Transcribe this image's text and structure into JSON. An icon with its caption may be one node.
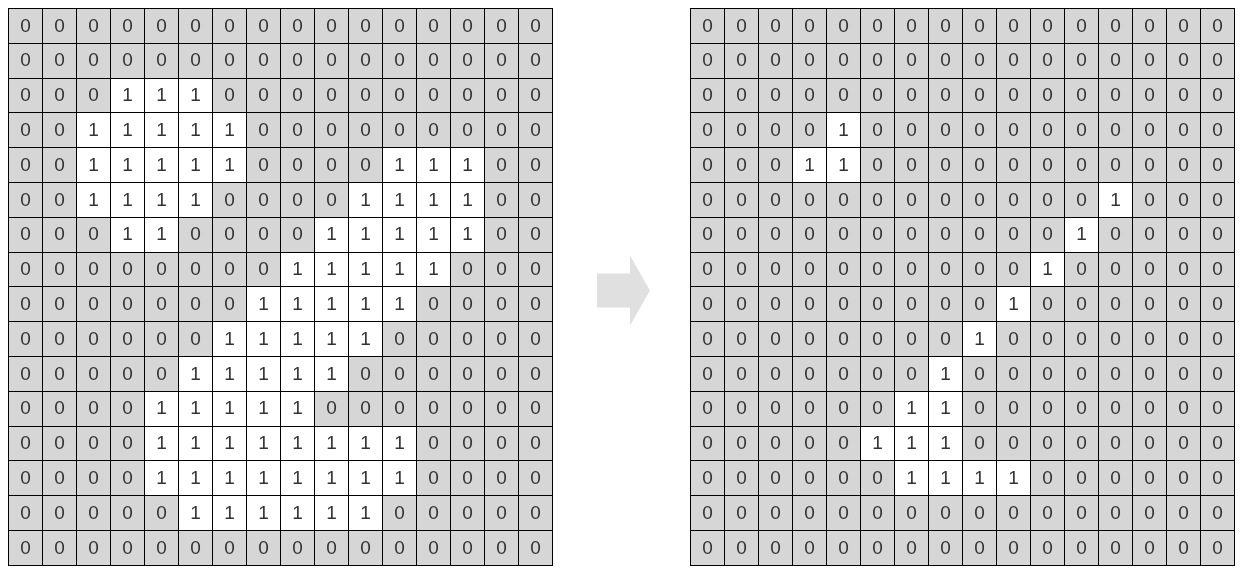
{
  "diagram": {
    "nodes": [
      {
        "text": [],
        "shape": "box"
      },
      {
        "text": [],
        "shape": "box"
      }
    ],
    "edges": [
      {
        "from": 0,
        "to": 1,
        "arrow": "to"
      }
    ],
    "labels": [
      "0",
      "0",
      "0",
      "0",
      "0",
      "0",
      "0",
      "0",
      "0",
      "0",
      "0",
      "0",
      "0",
      "0",
      "0",
      "0",
      "0",
      "0",
      "0",
      "0",
      "0",
      "0",
      "0",
      "0",
      "0",
      "0",
      "0",
      "0",
      "0",
      "0",
      "0",
      "0",
      "0",
      "0",
      "0",
      "1",
      "1",
      "1",
      "0",
      "0",
      "0",
      "0",
      "0",
      "0",
      "0",
      "0",
      "0",
      "0",
      "0",
      "0",
      "1",
      "1",
      "1",
      "1",
      "1",
      "0",
      "0",
      "0",
      "0",
      "0",
      "0",
      "0",
      "0",
      "0",
      "0",
      "0",
      "1",
      "1",
      "1",
      "1",
      "1",
      "0",
      "0",
      "0",
      "0",
      "1",
      "1",
      "1",
      "0",
      "0",
      "0",
      "0",
      "1",
      "1",
      "1",
      "1",
      "0",
      "0",
      "0",
      "0",
      "1",
      "1",
      "1",
      "1",
      "0",
      "0",
      "0",
      "0",
      "0",
      "1",
      "1",
      "0",
      "0",
      "0",
      "0",
      "1",
      "1",
      "1",
      "1",
      "1",
      "0",
      "0",
      "0",
      "0",
      "0",
      "0",
      "0",
      "0",
      "0",
      "0",
      "1",
      "1",
      "1",
      "1",
      "1",
      "0",
      "0",
      "0",
      "0",
      "0",
      "0",
      "0",
      "0",
      "0",
      "0",
      "1",
      "1",
      "1",
      "1",
      "1",
      "0",
      "0",
      "0",
      "0",
      "0",
      "0",
      "0",
      "0",
      "0",
      "0",
      "1",
      "1",
      "1",
      "1",
      "1",
      "0",
      "0",
      "0",
      "0",
      "0",
      "0",
      "0",
      "0",
      "0",
      "0",
      "1",
      "1",
      "1",
      "1",
      "1",
      "0",
      "0",
      "0",
      "0",
      "0",
      "0",
      "0",
      "0",
      "0",
      "0",
      "1",
      "1",
      "1",
      "1",
      "1",
      "0",
      "0",
      "0",
      "0",
      "0",
      "0",
      "0",
      "0",
      "0",
      "0",
      "0",
      "1",
      "1",
      "1",
      "1",
      "1",
      "1",
      "1",
      "1",
      "0",
      "0",
      "0",
      "0",
      "0",
      "0",
      "0",
      "0",
      "1",
      "1",
      "1",
      "1",
      "1",
      "1",
      "1",
      "1",
      "0",
      "0",
      "0",
      "0",
      "0",
      "0",
      "0",
      "0",
      "0",
      "1",
      "1",
      "1",
      "1",
      "1",
      "1",
      "0",
      "0",
      "0",
      "0",
      "0",
      "0",
      "0",
      "0",
      "0",
      "0",
      "0",
      "0",
      "0",
      "0",
      "0",
      "0",
      "0",
      "0",
      "0",
      "0",
      "0",
      "0",
      "0",
      "0",
      "0",
      "0",
      "0",
      "0",
      "0",
      "0",
      "0",
      "0",
      "0",
      "0",
      "0",
      "0",
      "0",
      "0",
      "0",
      "0",
      "0",
      "0",
      "0",
      "0",
      "0",
      "0",
      "0",
      "0",
      "0",
      "0",
      "0",
      "0",
      "0",
      "0",
      "0",
      "0",
      "0",
      "0",
      "0",
      "0",
      "0",
      "0",
      "0",
      "0",
      "0",
      "0",
      "0",
      "0",
      "0",
      "0",
      "0",
      "0",
      "0",
      "1",
      "0",
      "0",
      "0",
      "0",
      "0",
      "0",
      "0",
      "0",
      "0",
      "0",
      "0",
      "0",
      "0",
      "0",
      "1",
      "1",
      "0",
      "0",
      "0",
      "0",
      "0",
      "0",
      "0",
      "0",
      "0",
      "0",
      "0",
      "0",
      "0",
      "0",
      "0",
      "0",
      "0",
      "0",
      "0",
      "0",
      "0",
      "0",
      "0",
      "1",
      "0",
      "0",
      "0",
      "0",
      "0",
      "0",
      "0",
      "0",
      "0",
      "0",
      "0",
      "0",
      "0",
      "0",
      "1",
      "0",
      "0",
      "0",
      "0",
      "0",
      "0",
      "0",
      "0",
      "0",
      "0",
      "0",
      "0",
      "0",
      "0",
      "1",
      "0",
      "0",
      "0",
      "0",
      "0",
      "0",
      "0",
      "0",
      "0",
      "0",
      "0",
      "0",
      "0",
      "0",
      "1",
      "0",
      "0",
      "0",
      "0",
      "0",
      "0",
      "0",
      "0",
      "0",
      "0",
      "0",
      "0",
      "0",
      "0",
      "1",
      "0",
      "0",
      "0",
      "0",
      "0",
      "0",
      "0",
      "0",
      "0",
      "0",
      "0",
      "0",
      "0",
      "0",
      "1",
      "0",
      "0",
      "0",
      "0",
      "0",
      "0",
      "0",
      "0",
      "0",
      "0",
      "0",
      "0",
      "0",
      "0",
      "1",
      "1",
      "0",
      "0",
      "0",
      "0",
      "0",
      "0",
      "0",
      "0",
      "0",
      "0",
      "0",
      "0",
      "0",
      "1",
      "1",
      "1",
      "0",
      "0",
      "0",
      "0",
      "0",
      "0",
      "0",
      "0",
      "0",
      "0",
      "0",
      "0",
      "0",
      "0",
      "1",
      "1",
      "1",
      "1",
      "0",
      "0",
      "0",
      "0",
      "0",
      "0",
      "0",
      "0",
      "0",
      "0",
      "0",
      "0",
      "0",
      "0",
      "0",
      "0",
      "0",
      "0",
      "0",
      "0",
      "0",
      "0",
      "0",
      "0",
      "0",
      "0",
      "0",
      "0",
      "0",
      "0",
      "0",
      "0",
      "0",
      "0",
      "0",
      "0",
      "0",
      "0"
    ]
  }
}
